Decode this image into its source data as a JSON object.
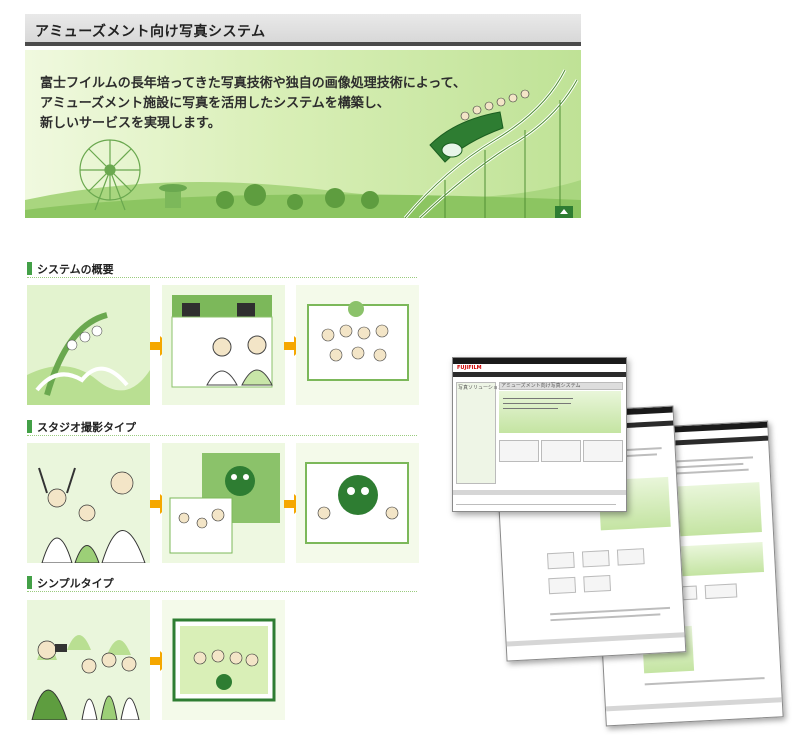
{
  "banner": {
    "title": "アミューズメント向け写真システム",
    "lines": [
      "富士フイルムの長年培ってきた写真技術や独自の画像処理技術によって、",
      "アミューズメント施設に写真を活用したシステムを構築し、",
      "新しいサービスを実現します。"
    ]
  },
  "sections": [
    {
      "title": "システムの概要"
    },
    {
      "title": "スタジオ撮影タイプ"
    },
    {
      "title": "シンプルタイプ"
    }
  ],
  "thumbnail": {
    "logo": "FUJIFILM",
    "title": "アミューズメント向け写真システム",
    "side_label": "写真ソリューション"
  },
  "colors": {
    "accent_green": "#43a047",
    "arrow_orange": "#f5a700",
    "header_dark": "#4b4b4b"
  }
}
